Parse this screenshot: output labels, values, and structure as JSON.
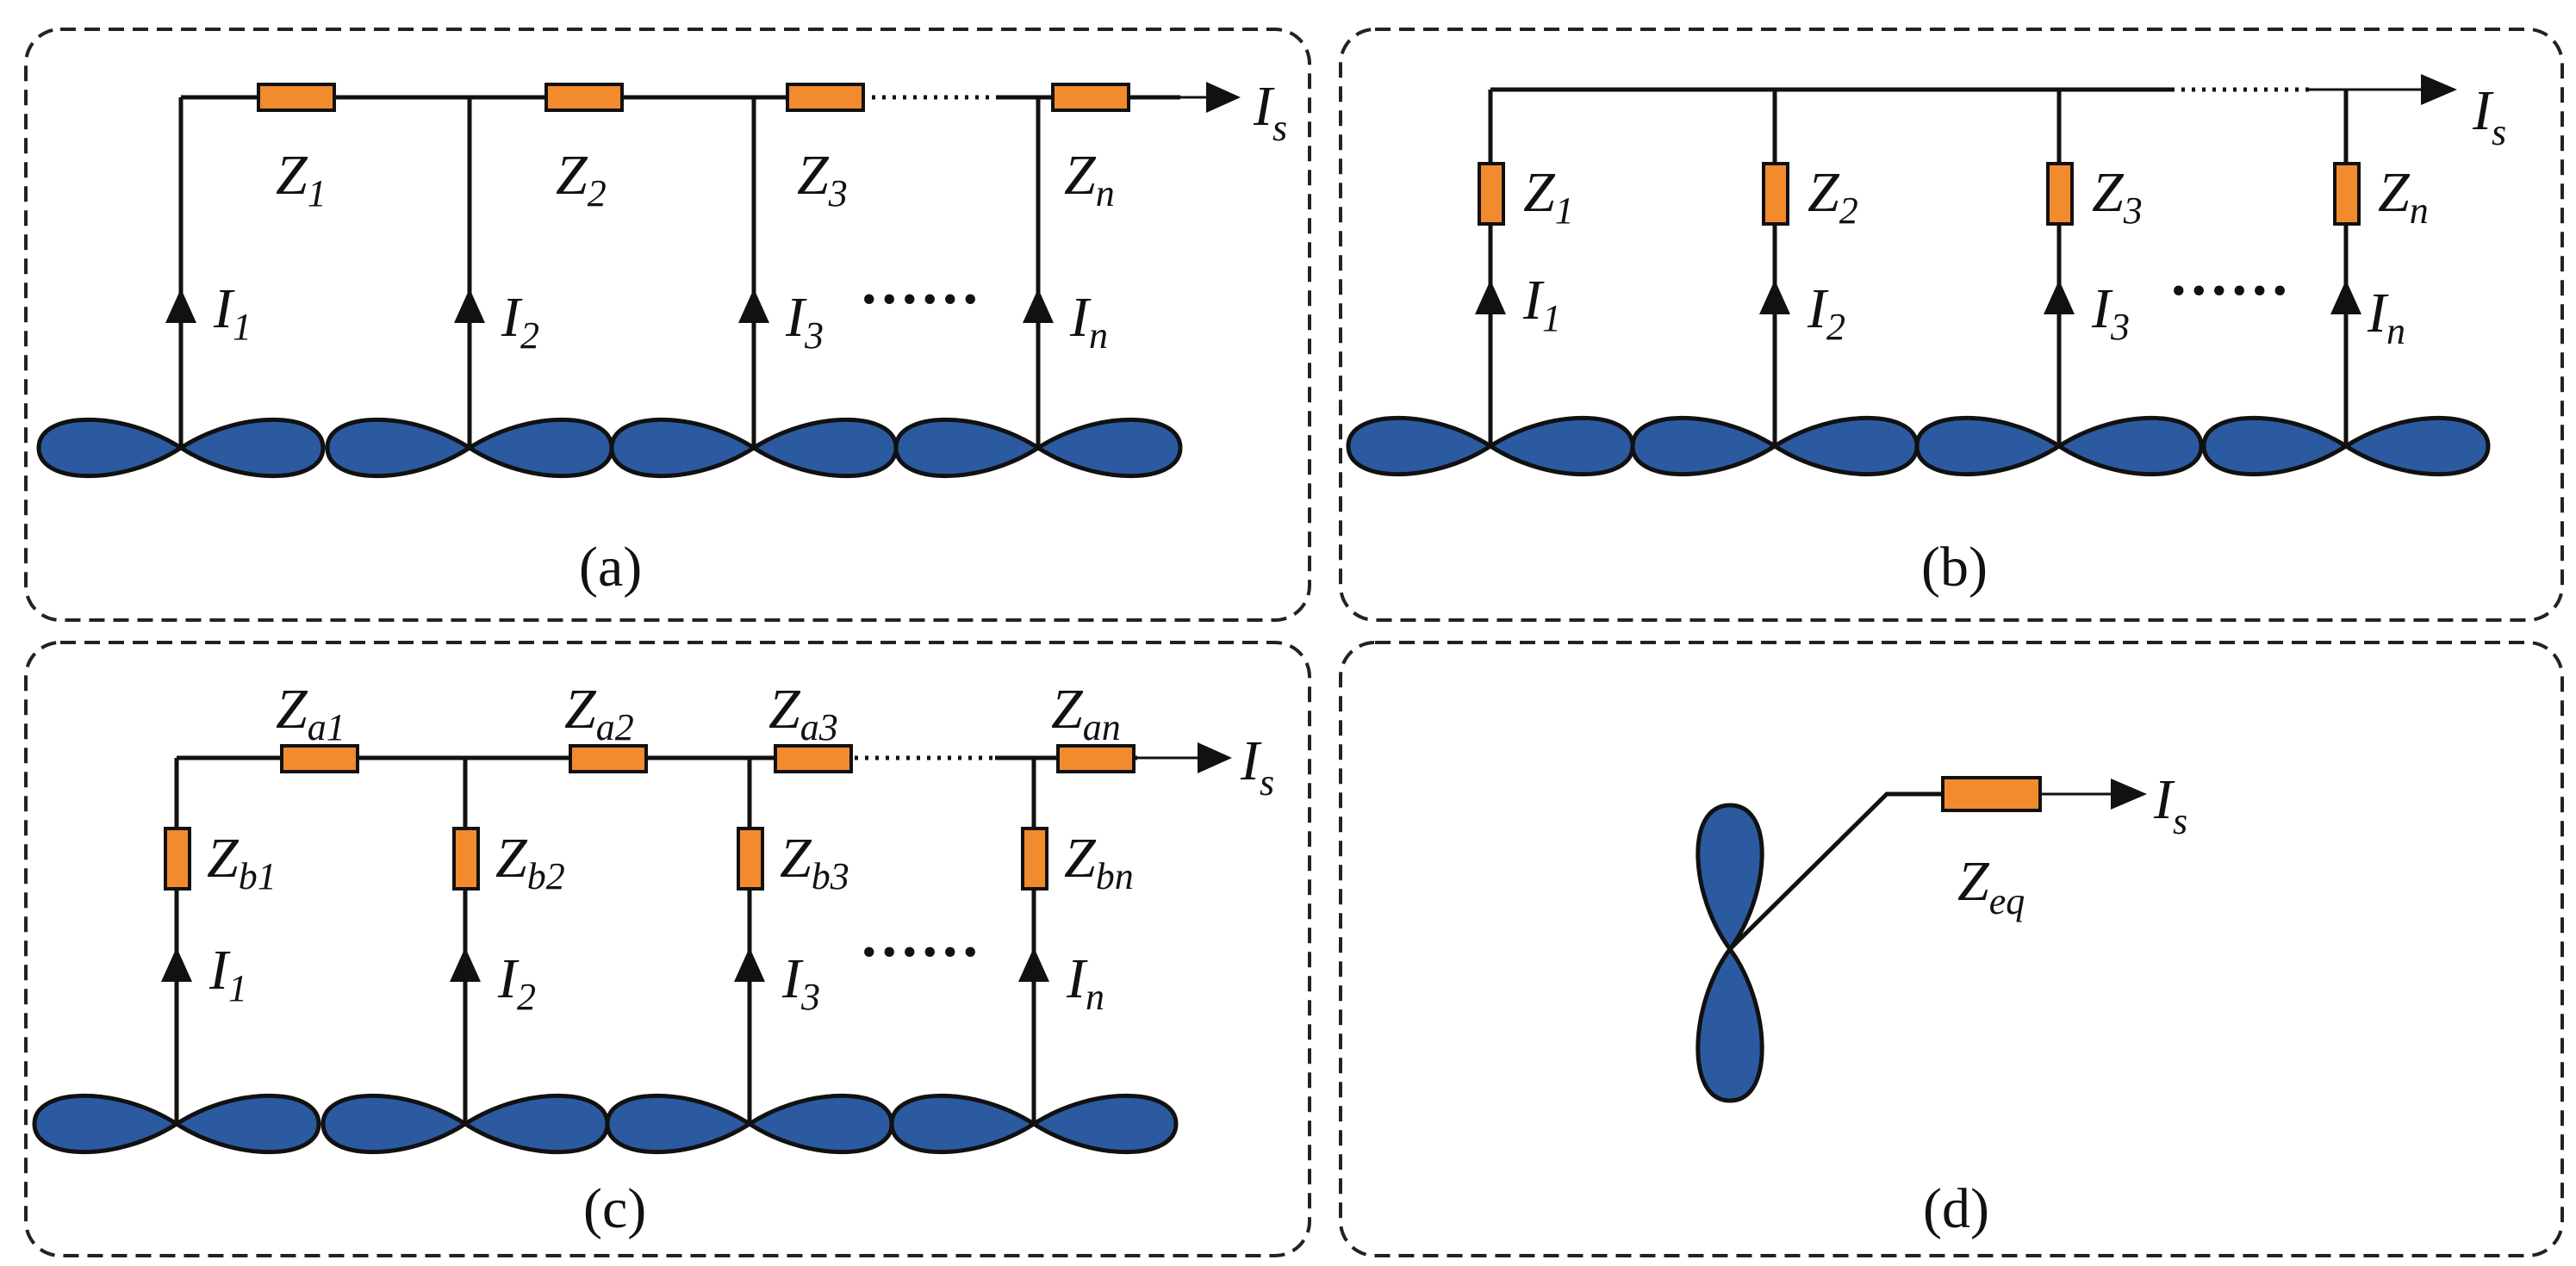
{
  "colors": {
    "impedance": "#F28A2E",
    "lobe": "#2C5AA0",
    "line": "#111111"
  },
  "icons": {
    "lobe": "figure-eight-lobe-icon",
    "arrow": "current-arrow-icon",
    "impedance": "impedance-box-icon"
  },
  "panels": [
    {
      "label": "(a)",
      "impedances": [
        {
          "main": "Z",
          "sub": "1"
        },
        {
          "main": "Z",
          "sub": "2"
        },
        {
          "main": "Z",
          "sub": "3"
        },
        {
          "main": "Z",
          "sub": "n"
        }
      ],
      "currents": [
        {
          "main": "I",
          "sub": "1"
        },
        {
          "main": "I",
          "sub": "2"
        },
        {
          "main": "I",
          "sub": "3"
        },
        {
          "main": "I",
          "sub": "n"
        }
      ],
      "output": {
        "main": "I",
        "sub": "s"
      },
      "ellipsis": "......"
    },
    {
      "label": "(b)",
      "impedances": [
        {
          "main": "Z",
          "sub": "1"
        },
        {
          "main": "Z",
          "sub": "2"
        },
        {
          "main": "Z",
          "sub": "3"
        },
        {
          "main": "Z",
          "sub": "n"
        }
      ],
      "currents": [
        {
          "main": "I",
          "sub": "1"
        },
        {
          "main": "I",
          "sub": "2"
        },
        {
          "main": "I",
          "sub": "3"
        },
        {
          "main": "I",
          "sub": "n"
        }
      ],
      "output": {
        "main": "I",
        "sub": "s"
      },
      "ellipsis": "......"
    },
    {
      "label": "(c)",
      "series_impedances": [
        {
          "main": "Z",
          "sub": "a1"
        },
        {
          "main": "Z",
          "sub": "a2"
        },
        {
          "main": "Z",
          "sub": "a3"
        },
        {
          "main": "Z",
          "sub": "an"
        }
      ],
      "branch_impedances": [
        {
          "main": "Z",
          "sub": "b1"
        },
        {
          "main": "Z",
          "sub": "b2"
        },
        {
          "main": "Z",
          "sub": "b3"
        },
        {
          "main": "Z",
          "sub": "bn"
        }
      ],
      "currents": [
        {
          "main": "I",
          "sub": "1"
        },
        {
          "main": "I",
          "sub": "2"
        },
        {
          "main": "I",
          "sub": "3"
        },
        {
          "main": "I",
          "sub": "n"
        }
      ],
      "output": {
        "main": "I",
        "sub": "s"
      },
      "ellipsis": "......"
    },
    {
      "label": "(d)",
      "equivalent": {
        "main": "Z",
        "sub": "eq"
      },
      "output": {
        "main": "I",
        "sub": "s"
      }
    }
  ]
}
